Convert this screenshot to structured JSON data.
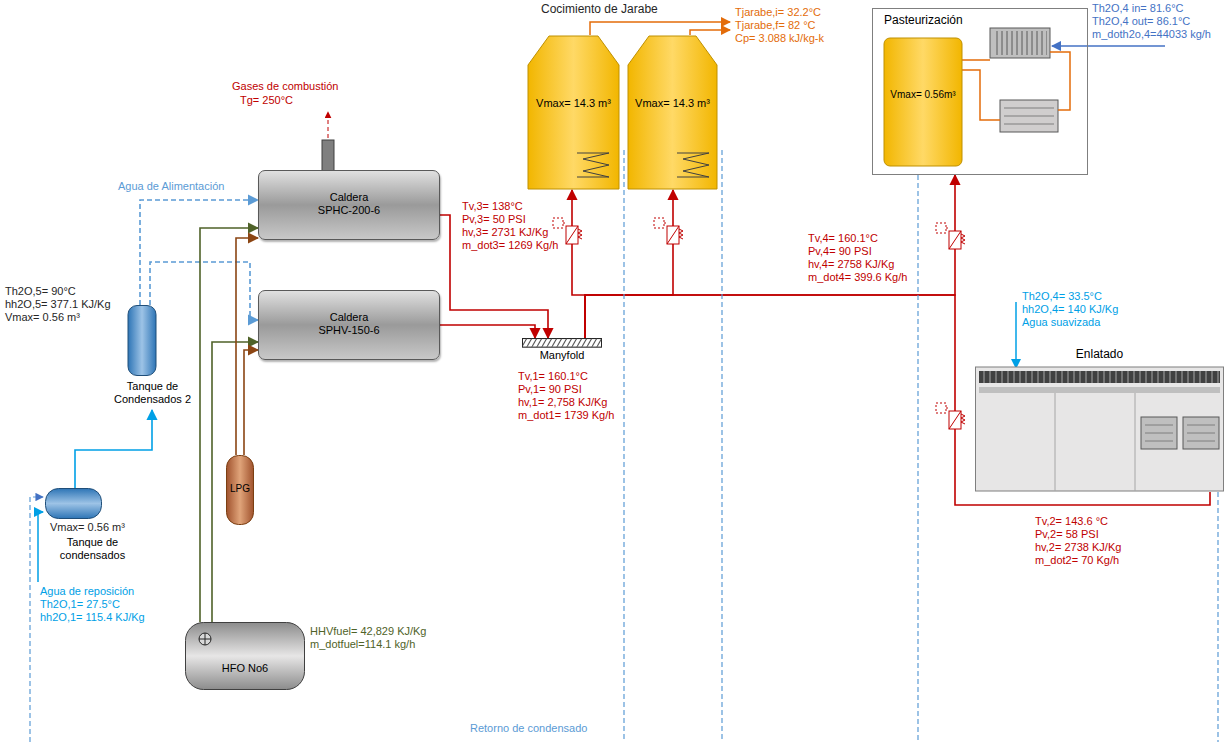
{
  "diagram": {
    "nodes": [
      {
        "text": [
          "Vmax= 14.3 m³"
        ]
      },
      {
        "text": [
          "Vmax= 14.3 m³"
        ]
      },
      {
        "text": [
          "Pasteurización"
        ]
      },
      {
        "text": [
          "Vmax= 0.56m³"
        ],
        "in": 2
      },
      {
        "text": [
          "Caldera SPHC-200-6"
        ]
      },
      {
        "text": [
          "Caldera SPHV-150-6"
        ]
      },
      {
        "text": [
          "Manyfold"
        ]
      },
      {
        "text": [
          "Tanque de Condensados 2"
        ]
      },
      {
        "text": [
          "Enlatado"
        ]
      },
      {
        "text": [
          "LPG"
        ]
      },
      {
        "text": [
          "Tanque de condensados"
        ]
      },
      {
        "text": [
          "HFO No6"
        ]
      }
    ],
    "edges": [
      {
        "from": 4,
        "to": 6,
        "arrow": "to"
      },
      {
        "from": 5,
        "to": 6,
        "arrow": "to"
      },
      {
        "from": 6,
        "to": 0,
        "arrow": "to"
      },
      {
        "from": 6,
        "to": 1,
        "arrow": "to"
      },
      {
        "from": 6,
        "to": 2,
        "arrow": "to"
      },
      {
        "from": 6,
        "to": 8,
        "arrow": "none"
      },
      {
        "from": 10,
        "to": 7,
        "arrow": "to"
      },
      {
        "from": 7,
        "to": 4,
        "arrow": "to"
      },
      {
        "from": 7,
        "to": 5,
        "arrow": "to"
      },
      {
        "from": 11,
        "to": 4,
        "arrow": "to"
      },
      {
        "from": 11,
        "to": 5,
        "arrow": "to"
      },
      {
        "from": 9,
        "to": 4,
        "arrow": "to"
      },
      {
        "from": 9,
        "to": 5,
        "arrow": "to"
      }
    ],
    "labels": [
      "Cocimiento de Jarabe",
      "Tjarabe,i= 32.2°C",
      "Tjarabe,f= 82 °C",
      "Cp= 3.088 kJ/kg-k",
      "Th2O,4 in= 81.6°C",
      "Th2O,4 out= 86.1°C",
      "m_doth2o,4=44033 kg/h",
      "Gases de combustión",
      "Tg= 250°C",
      "Agua de Alimentación",
      "Th2O,5= 90°C",
      "hh2O,5= 377.1 KJ/Kg",
      "Vmax= 0.56 m³",
      "Tv,3= 138°C",
      "Pv,3= 50 PSI",
      "hv,3= 2731 KJ/Kg",
      "m_dot3= 1269 Kg/h",
      "Tv,1= 160.1°C",
      "Pv,1= 90 PSI",
      "hv,1= 2,758 KJ/Kg",
      "m_dot1= 1739 Kg/h",
      "Tv,4= 160.1°C",
      "Pv,4= 90 PSI",
      "hv,4= 2758 KJ/Kg",
      "m_dot4= 399.6 Kg/h",
      "Th2O,4= 33.5°C",
      "hh2O,4= 140 KJ/Kg",
      "Agua suavizada",
      "Tv,2= 143.6 °C",
      "Pv,2= 58 PSI",
      "hv,2= 2738 KJ/Kg",
      "m_dot2= 70 Kg/h",
      "Vmax= 0.56 m³",
      "Agua de reposición",
      "Th2O,1= 27.5°C",
      "hh2O,1= 115.4 KJ/Kg",
      "HHVfuel= 42,829 KJ/Kg",
      "m_dotfuel=114.1 kg/h",
      "Retorno de condensado"
    ]
  }
}
